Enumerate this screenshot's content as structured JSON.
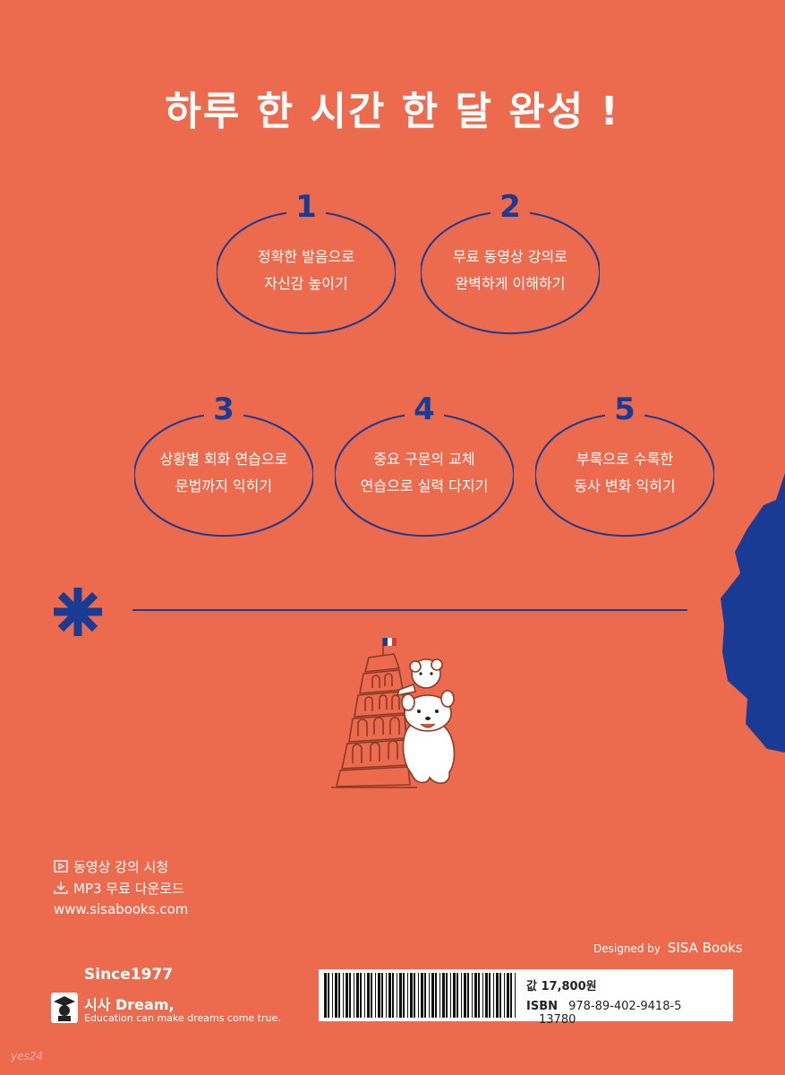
{
  "headline": "하루 한 시간 한 달 완성 !",
  "features": [
    {
      "num": "1",
      "line1": "정확한 발음으로",
      "line2": "자신감 높이기"
    },
    {
      "num": "2",
      "line1": "무료 동영상 강의로",
      "line2": "완벽하게 이해하기"
    },
    {
      "num": "3",
      "line1": "상황별 회화 연습으로",
      "line2": "문법까지 익히기"
    },
    {
      "num": "4",
      "line1": "중요 구문의 교체",
      "line2": "연습으로 실력 다지기"
    },
    {
      "num": "5",
      "line1": "부록으로 수록한",
      "line2": "동사 변화 익히기"
    }
  ],
  "links": {
    "video": "동영상 강의 시청",
    "mp3": "MP3 무료 다운로드",
    "site": "www.sisabooks.com"
  },
  "designed": {
    "prefix": "Designed by",
    "brand": "SISA Books"
  },
  "publisher": {
    "since": "Since1977",
    "name": "시사 Dream,",
    "tagline": "Education can make dreams come true."
  },
  "barcode": {
    "price": "값 17,800원",
    "isbn_label": "ISBN",
    "isbn": "978-89-402-9418-5",
    "addon": "13780"
  },
  "watermark": "yes24",
  "colors": {
    "background": "#ec6a4d",
    "accent": "#1a3b94",
    "text": "#ffffff"
  },
  "icons": [
    "play-icon",
    "download-icon",
    "asterisk-icon",
    "publisher-logo-icon"
  ]
}
